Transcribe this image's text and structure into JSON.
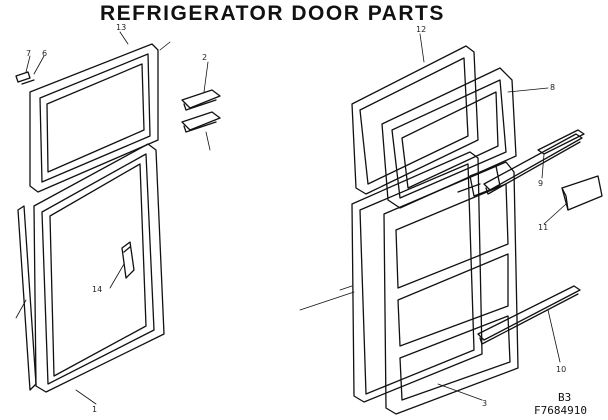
{
  "title": "REFRIGERATOR DOOR PARTS",
  "page_code": "B3",
  "figure_code": "F7684910",
  "callouts": [
    "1",
    "2",
    "3",
    "6",
    "7",
    "8",
    "9",
    "10",
    "11",
    "12",
    "13",
    "14"
  ],
  "colors": {
    "line": "#111111",
    "background": "#ffffff"
  }
}
